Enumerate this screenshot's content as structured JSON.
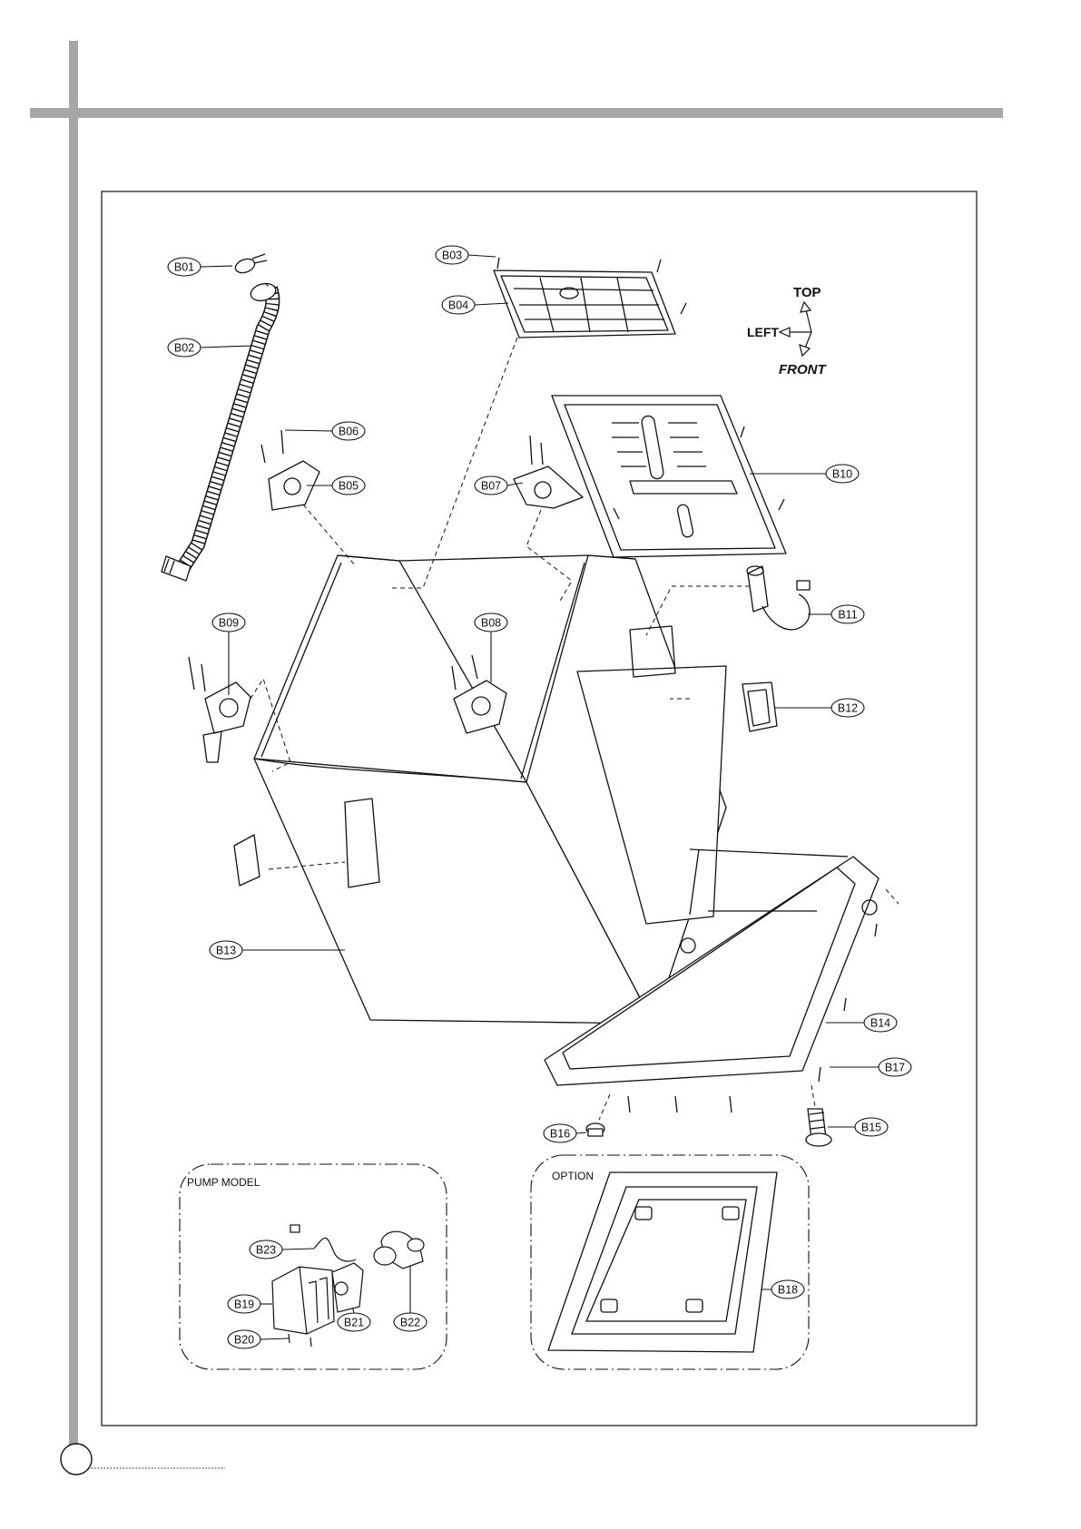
{
  "orientation": {
    "top": "TOP",
    "left": "LEFT",
    "front": "FRONT"
  },
  "insets": {
    "pump_title": "PUMP MODEL",
    "option_title": "OPTION"
  },
  "callouts": {
    "b01": "B01",
    "b02": "B02",
    "b03": "B03",
    "b04": "B04",
    "b05": "B05",
    "b06": "B06",
    "b07": "B07",
    "b08": "B08",
    "b09": "B09",
    "b10": "B10",
    "b11": "B11",
    "b12": "B12",
    "b13": "B13",
    "b14": "B14",
    "b15": "B15",
    "b16": "B16",
    "b17": "B17",
    "b18": "B18",
    "b19": "B19",
    "b20": "B20",
    "b21": "B21",
    "b22": "B22",
    "b23": "B23"
  }
}
